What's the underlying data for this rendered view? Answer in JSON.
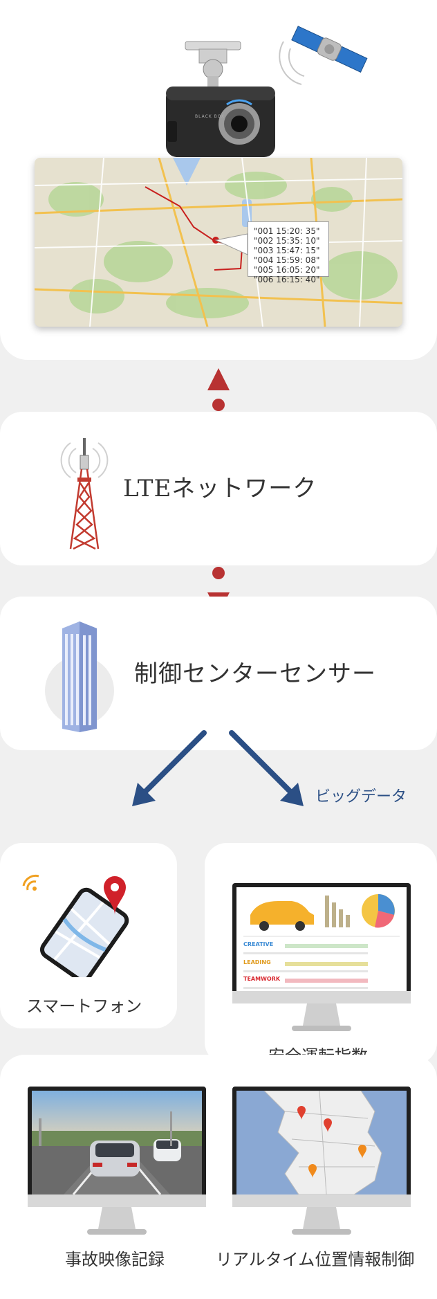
{
  "gps_log": {
    "entries": [
      "\"001 15:20: 35\"",
      "\"002 15:35: 10\"",
      "\"003 15:47: 15\"",
      "\"004 15:59: 08\"",
      "\"005 16:05: 20\"",
      "\"006 16:15: 40\""
    ]
  },
  "camera": {
    "brand": "BLACK BOX"
  },
  "lte": {
    "label": "LTEネットワーク"
  },
  "control": {
    "label": "制御センターセンサー"
  },
  "bigdata": {
    "label": "ビッグデータ"
  },
  "outputs": {
    "smartphone": "スマートフォン",
    "safe_driving": "安全運転指数",
    "accident_video": "事故映像記録",
    "realtime_location": "リアルタイム位置情報制御"
  },
  "report": {
    "row1": "CREATIVE",
    "row2": "LEADING",
    "row3": "TEAMWORK"
  },
  "colors": {
    "arrow_red": "#b83232",
    "arrow_blue": "#2b4f85",
    "route": "#c8201e"
  }
}
